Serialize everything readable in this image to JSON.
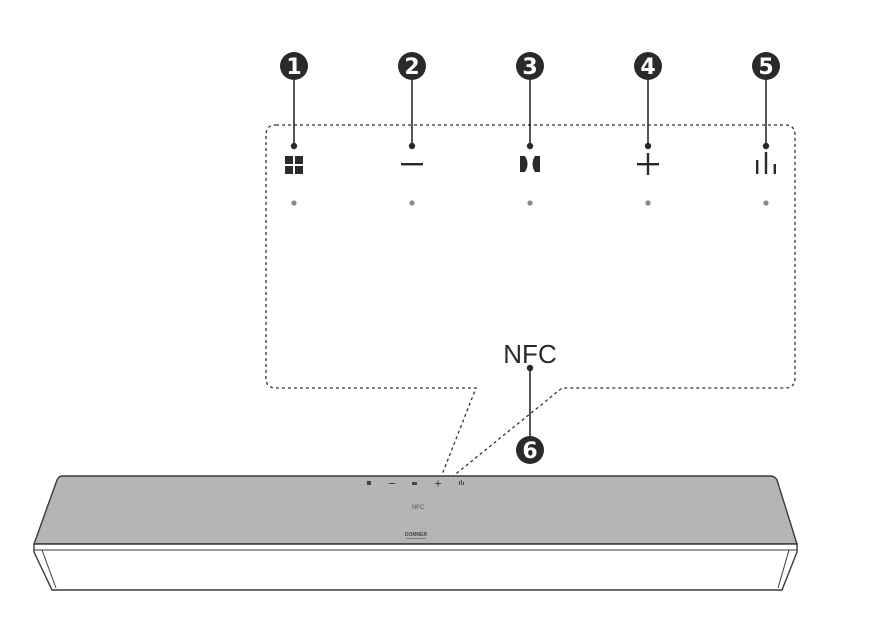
{
  "callouts": [
    {
      "number": "1",
      "icon": "mode-grid-icon"
    },
    {
      "number": "2",
      "icon": "volume-minus-icon"
    },
    {
      "number": "3",
      "icon": "dolby-icon"
    },
    {
      "number": "4",
      "icon": "volume-plus-icon"
    },
    {
      "number": "5",
      "icon": "eq-bars-icon"
    },
    {
      "number": "6",
      "icon": "nfc-label"
    }
  ],
  "nfc_label": "NFC",
  "device": {
    "nfc_label": "NFC",
    "brand_label": "DOMNER"
  },
  "colors": {
    "line": "#2a2a2a",
    "bar_top": "#b5b5b5",
    "bar_front": "#ffffff",
    "bar_edge": "#3a3a3a"
  }
}
